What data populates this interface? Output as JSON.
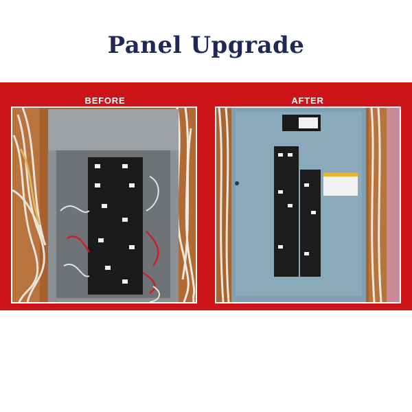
{
  "title": "Panel Upgrade",
  "before": {
    "label": "BEFORE"
  },
  "after": {
    "label": "AFTER"
  },
  "colors": {
    "title": "#1e2a55",
    "band": "#cc1418",
    "label": "#ffffff"
  }
}
